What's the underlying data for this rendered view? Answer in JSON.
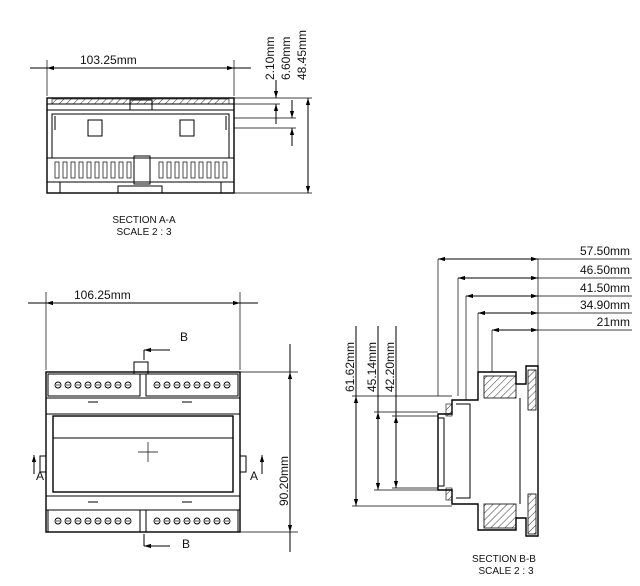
{
  "section_aa": {
    "width_dim": "103.25mm",
    "dim_1": "2.10mm",
    "dim_2": "6.60mm",
    "dim_3": "48.45mm",
    "caption_title": "SECTION A-A",
    "caption_scale": "SCALE 2 : 3"
  },
  "front_view": {
    "width_dim": "106.25mm",
    "height_dim": "90.20mm",
    "section_letter_b": "B",
    "section_letter_a": "A"
  },
  "section_bb": {
    "dims_horizontal": [
      "57.50mm",
      "46.50mm",
      "41.50mm",
      "34.90mm",
      "21mm"
    ],
    "dims_vertical": [
      "61.62mm",
      "45.14mm",
      "42.20mm"
    ],
    "caption_title": "SECTION B-B",
    "caption_scale": "SCALE 2 : 3"
  }
}
